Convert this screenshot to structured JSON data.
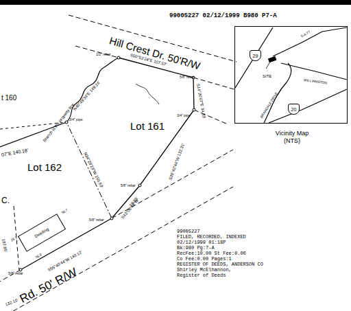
{
  "diagram": {
    "nodes": [
      {
        "text": [
          "Vicinity Map (NTS)",
          "SITE",
          "S-4-77",
          "WILLIAMSTON",
          "BRANDALE DRIVE"
        ]
      },
      {
        "text": [
          "29"
        ],
        "in": 0
      },
      {
        "text": [
          "20"
        ],
        "in": 0
      },
      {
        "text": [
          "Dwelling"
        ]
      }
    ],
    "labels": [
      "99005227 02/12/1999 B980 P7-A",
      "Hill Crest Dr. 50'R/W",
      "t 160",
      "Lot 161",
      "Lot 162",
      "C.",
      "Branch is the property line",
      "N40°49'34\"E 149.24'",
      "07\"E 140.18'",
      "S50°53'24\"E 107.57'",
      "S14°20'07\"E 34.33'",
      "N34°29'23\"W 155.63'",
      "S30°42'44\"W 132.31'",
      "59.85'",
      "S43°08'44\"W",
      "S55°40'44\"W 140.12'",
      "187.85'",
      "132.10'",
      "Rd. 50' R/W",
      "1/2\" rebar",
      "5/8\" rebar",
      "3/4\" pipe",
      "3/4\" pipe",
      "5/8\" rebar",
      "5/8\" rebar",
      "5/8\" rebar",
      "36.7",
      "28.1",
      "36.8",
      "99005227",
      "FILED, RECORDED, INDEXED",
      "02/12/1999  01:18P",
      "Bk:980 Pg:7-A",
      "RecFee:10.00     St Fee:0.00",
      "Co Fee:0.00       Pages:1",
      "REGISTER OF DEEDS, ANDERSON CO",
      "Shirley McElhannon,",
      "Register of Deeds"
    ]
  }
}
